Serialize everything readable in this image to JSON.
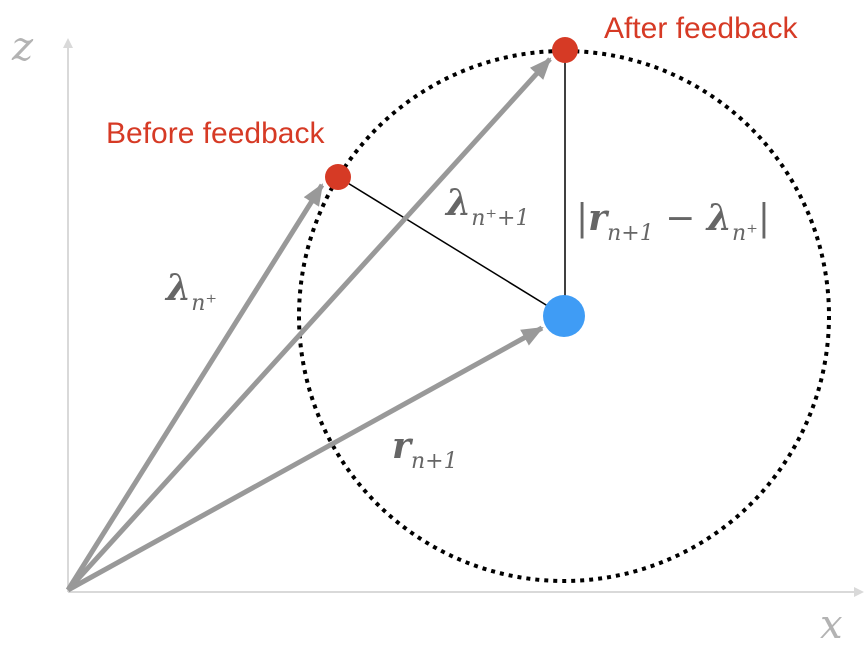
{
  "axes": {
    "x_label": "x",
    "z_label": "z"
  },
  "points": {
    "before_label": "Before feedback",
    "after_label": "After feedback"
  },
  "vectors": {
    "lambda_n_plus": {
      "main": "λ",
      "sub": "n⁺"
    },
    "lambda_n_plus_1": {
      "main": "λ",
      "sub": "n⁺+1"
    },
    "r_n_plus_1": {
      "main": "r",
      "sub": "n+1"
    }
  },
  "radius": {
    "bar_left": "|",
    "r": "r",
    "r_sub": "n+1",
    "minus": " − ",
    "lambda": "λ",
    "lambda_sub": "n⁺",
    "bar_right": "|"
  },
  "colors": {
    "axis": "#d9d9d9",
    "vector": "#999999",
    "point_red": "#d63a25",
    "center_blue": "#3f9cf5",
    "circle": "#000000"
  }
}
